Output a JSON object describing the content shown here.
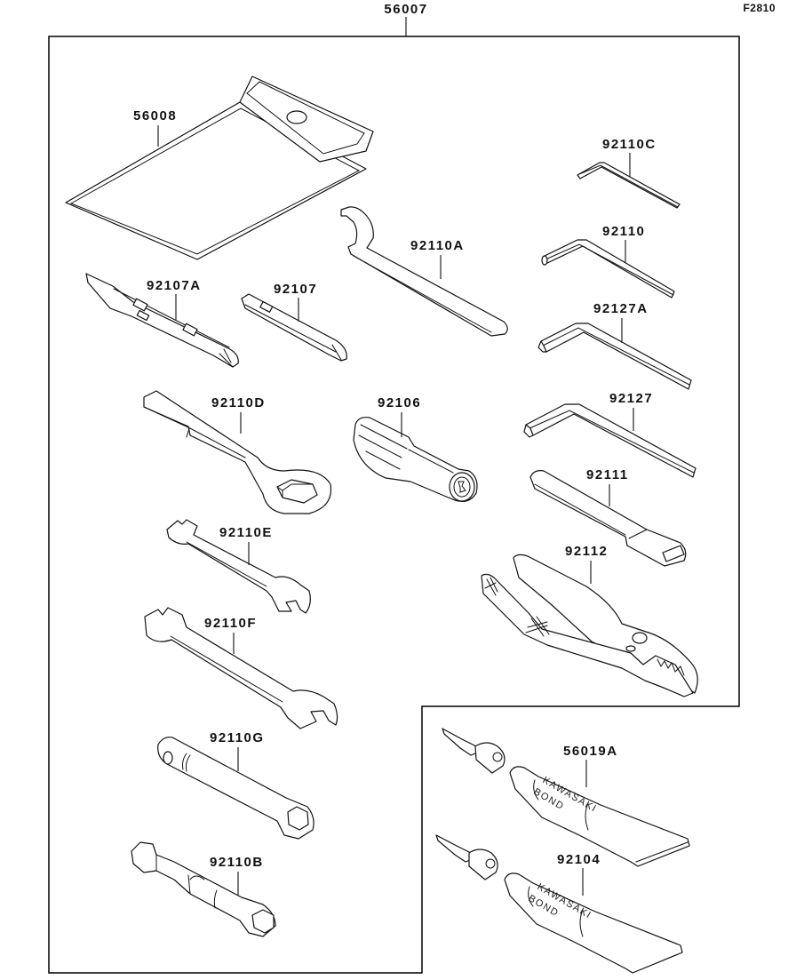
{
  "figure": {
    "id": "F2810",
    "assembly_part": "56007",
    "description": "Owner's tools exploded parts diagram"
  },
  "parts": [
    {
      "key": "p56008",
      "number": "56008",
      "item": "tool-case"
    },
    {
      "key": "p92110C",
      "number": "92110C",
      "item": "hex-key-small"
    },
    {
      "key": "p92110",
      "number": "92110",
      "item": "hex-key-medium"
    },
    {
      "key": "p92110A",
      "number": "92110A",
      "item": "hook-spanner-wrench"
    },
    {
      "key": "p92107A",
      "number": "92107A",
      "item": "screwdriver-bit-double"
    },
    {
      "key": "p92107",
      "number": "92107",
      "item": "screwdriver-bit"
    },
    {
      "key": "p92127A",
      "number": "92127A",
      "item": "hex-key-large"
    },
    {
      "key": "p92110D",
      "number": "92110D",
      "item": "box-end-wrench"
    },
    {
      "key": "p92106",
      "number": "92106",
      "item": "screwdriver-grip"
    },
    {
      "key": "p92127",
      "number": "92127",
      "item": "hex-key-extra-large"
    },
    {
      "key": "p92111",
      "number": "92111",
      "item": "extension-bar"
    },
    {
      "key": "p92110E",
      "number": "92110E",
      "item": "open-end-wrench-small"
    },
    {
      "key": "p92112",
      "number": "92112",
      "item": "pliers"
    },
    {
      "key": "p92110F",
      "number": "92110F",
      "item": "open-end-wrench-large"
    },
    {
      "key": "p92110G",
      "number": "92110G",
      "item": "socket-wrench"
    },
    {
      "key": "p92110B",
      "number": "92110B",
      "item": "spark-plug-wrench"
    },
    {
      "key": "p56019A",
      "number": "56019A",
      "item": "kawasaki-bond-tube"
    },
    {
      "key": "p92104",
      "number": "92104",
      "item": "kawasaki-bond-tube"
    }
  ],
  "tube_text": {
    "line1": "KAWASAKI",
    "line2": "BOND"
  }
}
